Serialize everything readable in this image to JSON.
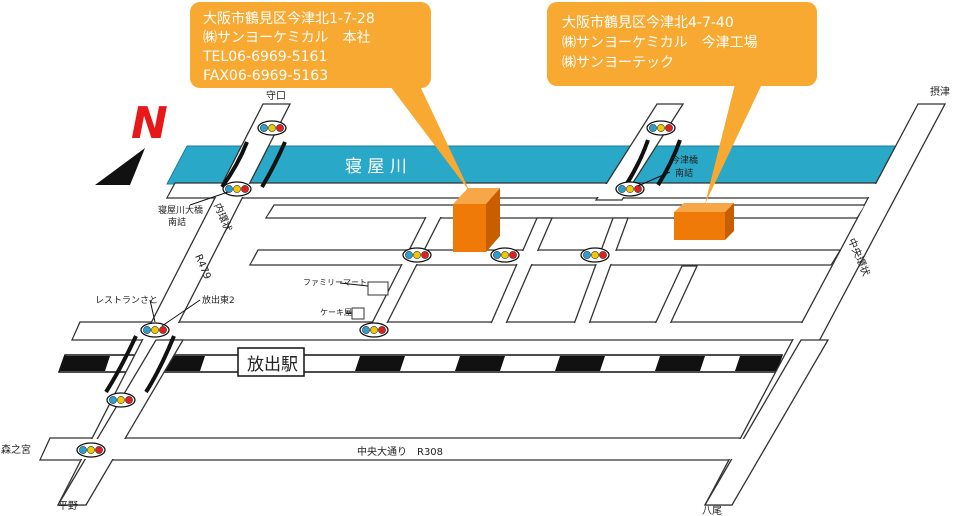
{
  "callouts": {
    "head_office": {
      "lines": [
        "大阪市鶴見区今津北1-7-28",
        "㈱サンヨーケミカル　本社",
        "TEL06-6969-5161",
        "FAX06-6969-5163"
      ]
    },
    "factory": {
      "lines": [
        "大阪市鶴見区今津北4-7-40",
        "㈱サンヨーケミカル　今津工場",
        "㈱サンヨーテック"
      ]
    }
  },
  "river": {
    "name": "寝 屋 川"
  },
  "station": {
    "name": "放出駅"
  },
  "labels": {
    "moriguchi": "守口",
    "settsu": "摂津",
    "neyagawa_bridge": [
      "寝屋川大橋",
      "南詰"
    ],
    "imazu_bridge": [
      "今津橋",
      "南詰"
    ],
    "inner_ring": "内環状",
    "r479": "R479",
    "chuo_ring": "中央環状",
    "restaurant": "レストランさと",
    "hanaten_east": "放出東2",
    "family_mart": "ファミリーマート",
    "cake_shop": "ケーキ屋",
    "morinomiya": "森之宮",
    "chuo_odori": "中央大通り　R308",
    "hirano": "平野",
    "yao": "八尾"
  },
  "compass": {
    "north_label": "N"
  },
  "colors": {
    "callout": "#F8A932",
    "river": "#29A8C8",
    "building": "#F07A08",
    "building_top": "#F7A648",
    "building_side": "#C85E00",
    "road_edge": "#333333",
    "compass": "#E81818"
  }
}
